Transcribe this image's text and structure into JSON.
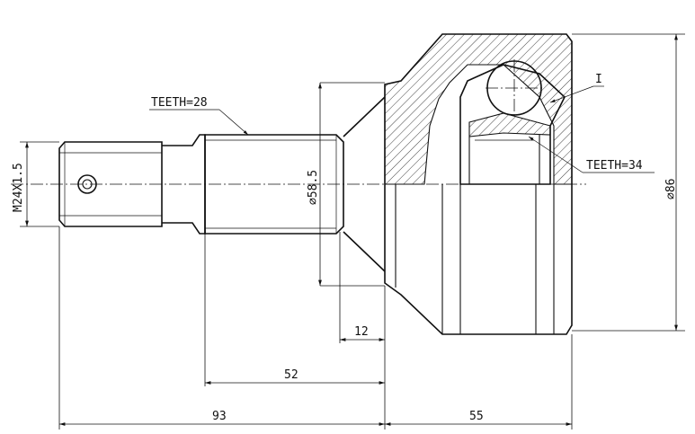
{
  "labels": {
    "teeth_shaft": "TEETH=28",
    "teeth_inner": "TEETH=34",
    "thread": "M24X1.5",
    "spline_dia": "⌀58.5",
    "outer_dia": "⌀86",
    "detail_ref": "I"
  },
  "dimensions": {
    "d12": "12",
    "d52": "52",
    "d93": "93",
    "d55": "55"
  }
}
